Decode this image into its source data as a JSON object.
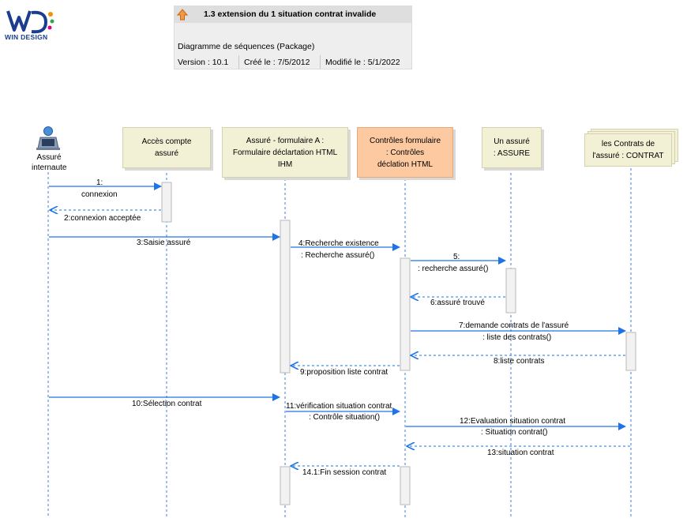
{
  "brand": {
    "name": "WIN DESIGN"
  },
  "header": {
    "title": "1.3 extension du 1 situation contrat invalide",
    "subtitle": "Diagramme de séquences (Package)",
    "version": "Version : 10.1",
    "created": "Créé le : 7/5/2012",
    "modified": "Modifié le : 5/1/2022"
  },
  "actor": {
    "line1": "Assuré",
    "line2": "internaute"
  },
  "lifelines": [
    {
      "line1": "Accès compte",
      "line2": "assuré",
      "line3": ""
    },
    {
      "line1": "Assuré - formulaire A :",
      "line2": "Formulaire déclartation HTML",
      "line3": "IHM"
    },
    {
      "line1": "Contrôles formulaire",
      "line2": ": Contrôles",
      "line3": "déclation HTML"
    },
    {
      "line1": "Un assuré",
      "line2": ": ASSURE",
      "line3": ""
    },
    {
      "line1": "les Contrats de",
      "line2": "l'assuré : CONTRAT",
      "line3": ""
    }
  ],
  "messages": [
    {
      "line1": "1:",
      "line2": "connexion"
    },
    {
      "line1": "2:connexion acceptée",
      "line2": ""
    },
    {
      "line1": "3:Saisie assuré",
      "line2": ""
    },
    {
      "line1": "4:Recherche existence",
      "line2": ": Recherche assuré()"
    },
    {
      "line1": "5:",
      "line2": ": recherche assuré()"
    },
    {
      "line1": "6:assuré trouvé",
      "line2": ""
    },
    {
      "line1": "7:demande  contrats de l'assuré",
      "line2": ": liste des contrats()"
    },
    {
      "line1": "8:liste contrats",
      "line2": ""
    },
    {
      "line1": "9:proposition liste contrat",
      "line2": ""
    },
    {
      "line1": "10:Sélection contrat",
      "line2": ""
    },
    {
      "line1": "11:vérification situation contrat",
      "line2": ": Contrôle situation()"
    },
    {
      "line1": "12:Evaluation situation contrat",
      "line2": ": Situation contrat()"
    },
    {
      "line1": "13:situation contrat",
      "line2": ""
    },
    {
      "line1": "14.1:Fin session contrat",
      "line2": ""
    }
  ],
  "colors": {
    "arrow": "#1e74e6",
    "lifeline": "#3f7fd6",
    "box": "#f2f1d6",
    "box_highlight": "#fcc9a0",
    "activation": "#f2f2f2"
  }
}
